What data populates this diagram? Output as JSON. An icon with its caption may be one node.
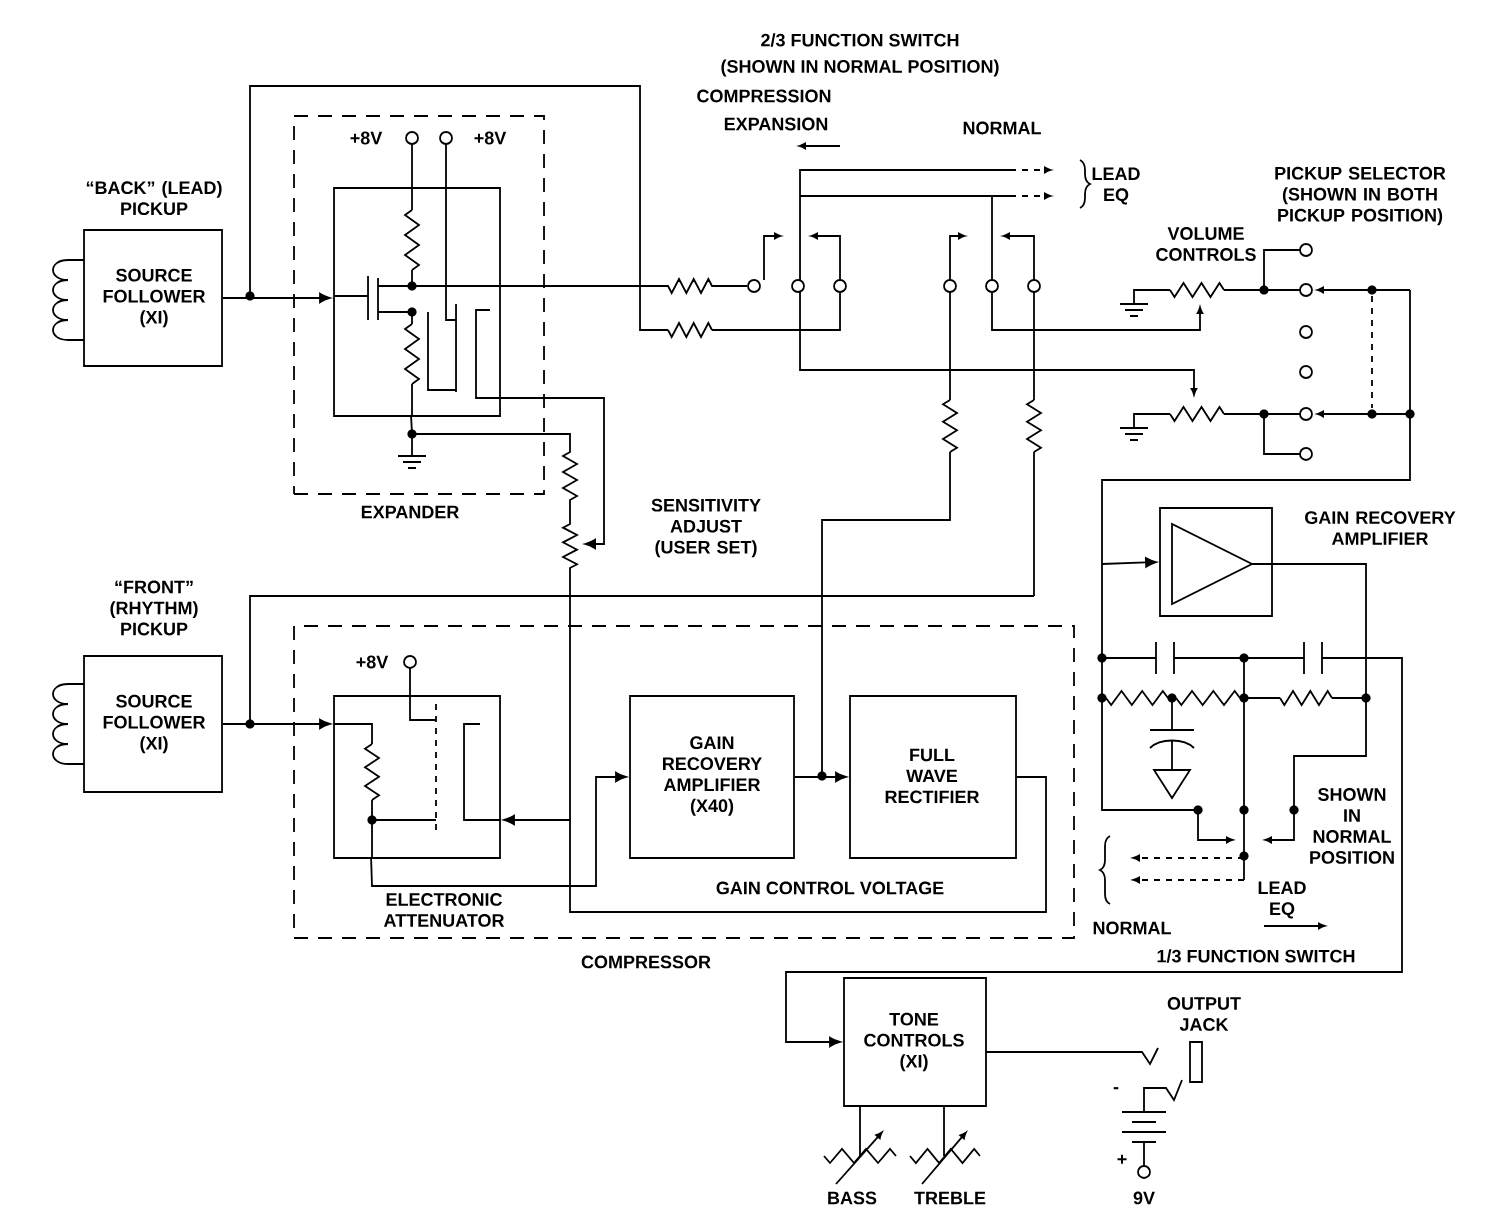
{
  "diagram": {
    "nodes": [
      {
        "text": [
          "“BACK” (LEAD) PICKUP",
          "SOURCE FOLLOWER (XI)"
        ]
      },
      {
        "text": [
          "EXPANDER"
        ]
      },
      {
        "text": [],
        "shape": "box",
        "in": 1
      },
      {
        "text": [
          "“FRONT” (RHYTHM) PICKUP",
          "SOURCE FOLLOWER (XI)"
        ]
      },
      {
        "text": [
          "COMPRESSOR"
        ]
      },
      {
        "text": [
          "ELECTRONIC ATTENUATOR"
        ],
        "in": 4
      },
      {
        "text": [
          "GAIN RECOVERY AMPLIFIER (X40)"
        ],
        "in": 4
      },
      {
        "text": [
          "FULL WAVE RECTIFIER"
        ],
        "in": 4
      },
      {
        "text": [
          "GAIN RECOVERY AMPLIFIER"
        ]
      },
      {
        "text": [
          "TONE CONTROLS (XI)"
        ]
      },
      {
        "text": [],
        "shape": "circle"
      }
    ],
    "edges": [
      {
        "from": 0,
        "to": 2,
        "arrow": "to"
      },
      {
        "from": 3,
        "to": 5,
        "arrow": "to"
      },
      {
        "from": 5,
        "to": 6,
        "arrow": "to"
      },
      {
        "from": 6,
        "to": 7,
        "arrow": "to"
      },
      {
        "from": 7,
        "to": 5,
        "arrow": "to",
        "label": "GAIN CONTROL VOLTAGE"
      },
      {
        "from": null,
        "to": 8,
        "arrow": "to"
      },
      {
        "from": null,
        "to": 9,
        "arrow": "to"
      },
      {
        "from": 2,
        "to": null,
        "arrow": "to"
      },
      {
        "from": 2,
        "to": 10,
        "arrow": "none"
      },
      {
        "from": 2,
        "to": null,
        "arrow": "none"
      }
    ],
    "labels": [
      "2/3 FUNCTION SWITCH",
      "(SHOWN IN NORMAL POSITION)",
      "COMPRESSION",
      "EXPANSION",
      "NORMAL",
      "LEAD EQ",
      "+8V",
      "+8V",
      "PICKUP SELECTOR (SHOWN IN BOTH PICKUP POSITION)",
      "VOLUME CONTROLS",
      "SENSITIVITY ADJUST (USER SET)",
      "+8V",
      "SHOWN IN NORMAL POSITION",
      "LEAD EQ",
      "NORMAL",
      "1/3 FUNCTION SWITCH",
      "OUTPUT JACK",
      "-",
      "+",
      "BASS",
      "TREBLE",
      "9V"
    ]
  }
}
